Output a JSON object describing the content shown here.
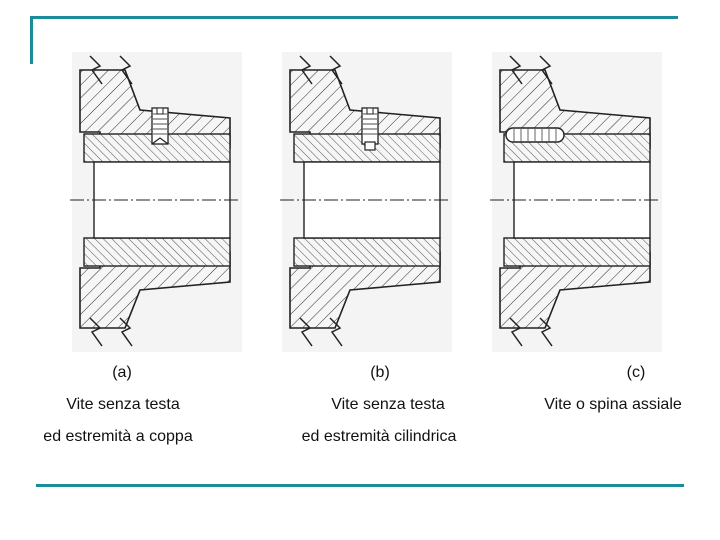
{
  "colors": {
    "accent_rule": "#1c8c9a",
    "line": "#222222",
    "paper": "#f4f4f4"
  },
  "figures": [
    {
      "label": "(a)",
      "line1": "Vite senza testa",
      "line2": "ed estremità a coppa"
    },
    {
      "label": "(b)",
      "line1": "Vite senza testa",
      "line2": "ed estremità cilindrica"
    },
    {
      "label": "(c)",
      "line1": "Vite o spina assiale",
      "line2": ""
    }
  ]
}
